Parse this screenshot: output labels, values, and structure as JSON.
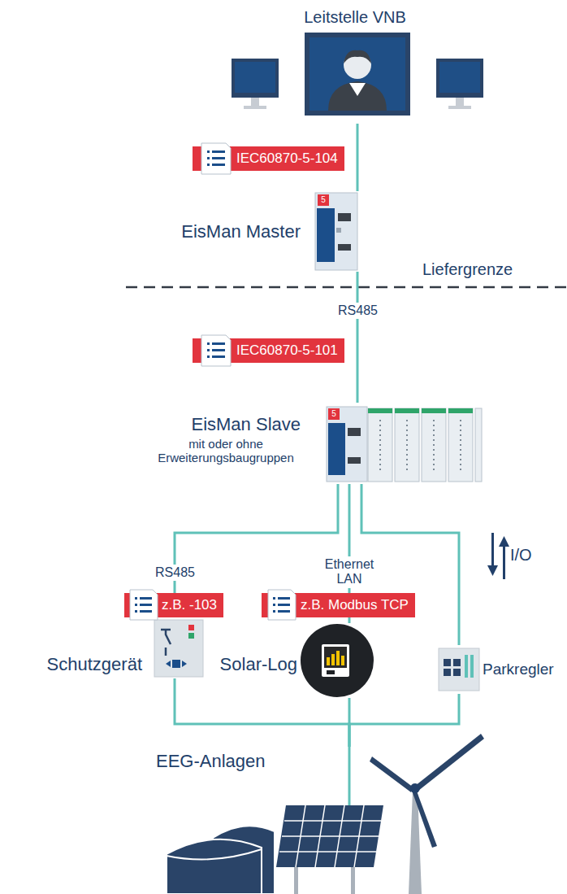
{
  "diagram": {
    "nodes": [
      {
        "text": [
          "Leitstelle VNB"
        ]
      },
      {
        "text": [
          "EisMan Master"
        ]
      },
      {
        "text": [
          "EisMan Slave",
          "mit oder ohne Erweiterungsbaugruppen"
        ]
      },
      {
        "text": [
          "Schutzgerät"
        ]
      },
      {
        "text": [
          "Solar-Log"
        ]
      },
      {
        "text": [
          "Parkregler"
        ]
      },
      {
        "text": [
          "EEG-Anlagen"
        ]
      }
    ],
    "edges": [
      {
        "from": 0,
        "to": 1,
        "arrow": "none",
        "label": "IEC60870-5-104"
      },
      {
        "from": 1,
        "to": 2,
        "arrow": "none",
        "label": "IEC60870-5-101"
      },
      {
        "from": 2,
        "to": 3,
        "arrow": "none",
        "label": "z.B. -103"
      },
      {
        "from": 2,
        "to": 4,
        "arrow": "none",
        "label": "z.B. Modbus TCP"
      },
      {
        "from": 2,
        "to": 5,
        "arrow": "none"
      },
      {
        "from": 3,
        "to": 6,
        "arrow": "none"
      },
      {
        "from": 4,
        "to": 6,
        "arrow": "none"
      },
      {
        "from": 5,
        "to": 6,
        "arrow": "none"
      }
    ],
    "labels": [
      "5",
      "5",
      "Liefergrenze",
      "RS485",
      "RS485",
      "Ethernet LAN",
      "I/O"
    ]
  }
}
